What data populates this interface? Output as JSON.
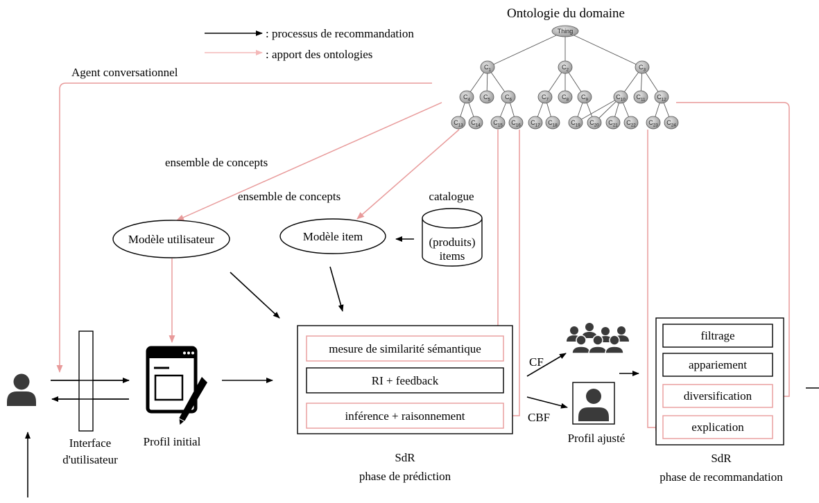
{
  "legend": {
    "black_label": ": processus de recommandation",
    "pink_label": ": apport des ontologies"
  },
  "ontology": {
    "title": "Ontologie du domaine",
    "root": "Thing",
    "level1": [
      "C1",
      "C2",
      "C3"
    ],
    "level2": [
      "C4",
      "C5",
      "C6",
      "C7",
      "C8",
      "C9",
      "C10",
      "C11",
      "C12"
    ],
    "level3": [
      "C13",
      "C14",
      "C15",
      "C16",
      "C17",
      "C18",
      "C19",
      "C20",
      "C21",
      "C22",
      "C23",
      "C24"
    ]
  },
  "labels": {
    "agent": "Agent conversationnel",
    "concepts_1": "ensemble de concepts",
    "concepts_2": "ensemble de concepts",
    "catalogue": "catalogue",
    "user_model": "Modèle utilisateur",
    "item_model": "Modèle item",
    "items_line1": "(produits)",
    "items_line2": "items",
    "interface_line1": "Interface",
    "interface_line2": "d'utilisateur",
    "initial_profile": "Profil initial",
    "adjusted_profile": "Profil ajusté",
    "cf": "CF",
    "cbf": "CBF"
  },
  "prediction": {
    "items": [
      "mesure de similarité sémantique",
      "RI + feedback",
      "inférence + raisonnement"
    ],
    "caption_line1": "SdR",
    "caption_line2": "phase de prédiction"
  },
  "recommendation": {
    "items": [
      "filtrage",
      "appariement",
      "diversification",
      "explication"
    ],
    "caption_line1": "SdR",
    "caption_line2": "phase de recommandation"
  },
  "colors": {
    "black_arrow": "#000000",
    "ontology_arrow": "#e89a9a",
    "legend_pink": "#f4b8b8",
    "node_fill": "#b8b8b8",
    "person": "#3a3a3a"
  }
}
